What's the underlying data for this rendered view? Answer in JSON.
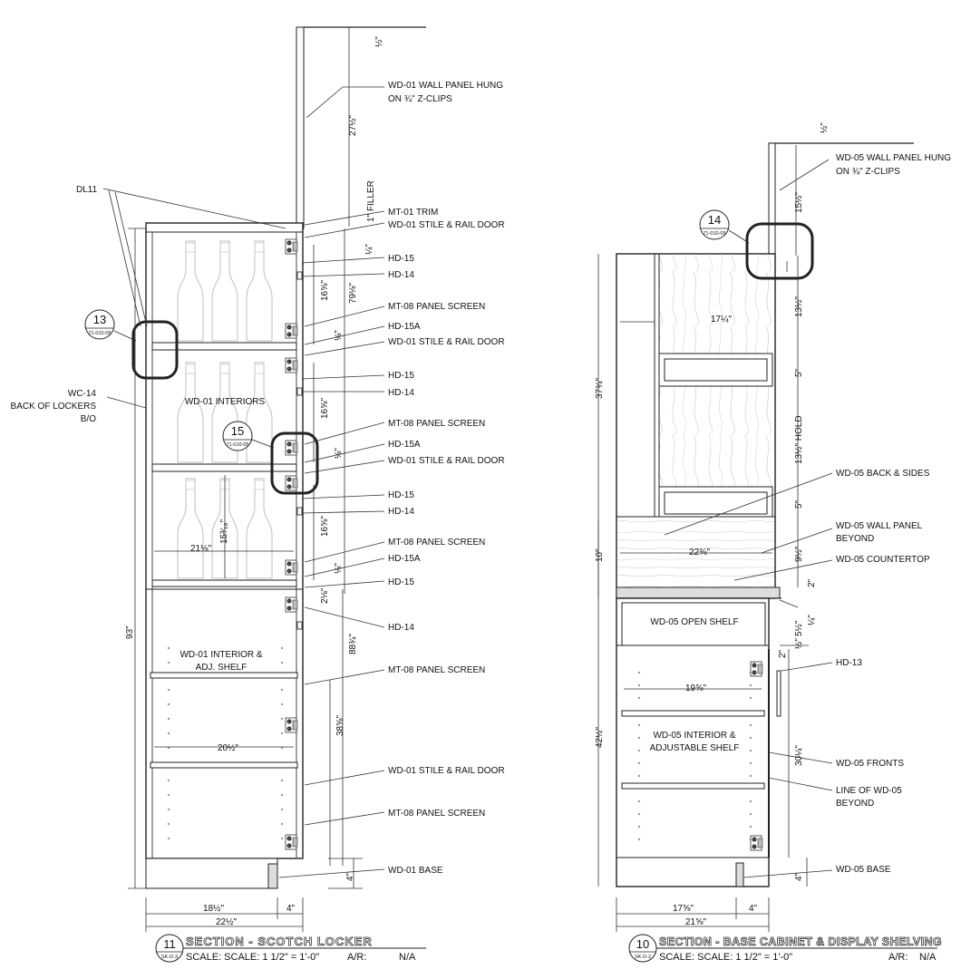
{
  "drawing_11": {
    "number": "11",
    "sheet_ref": "SK-D-3",
    "title": "SECTION - SCOTCH LOCKER",
    "scale_text": "SCALE: SCALE: 1 1/2\" = 1'-0\"",
    "ar_label": "A/R:",
    "ar_value": "N/A",
    "detail_13": {
      "number": "13",
      "ref": "71-010-05"
    },
    "detail_15": {
      "number": "15",
      "ref": "71-010-05"
    },
    "notes": {
      "dl11": "DL11",
      "wd01_panel_1": "WD-01 WALL PANEL HUNG",
      "wd01_panel_2": "ON ¾\" Z-CLIPS",
      "mt01_trim": "MT-01 TRIM",
      "wd01_stile_1": "WD-01 STILE & RAIL DOOR",
      "hd15_1": "HD-15",
      "hd14_1": "HD-14",
      "mt08_1": "MT-08 PANEL SCREEN",
      "hd15a_1": "HD-15A",
      "wd01_stile_2": "WD-01 STILE & RAIL DOOR",
      "hd15_2": "HD-15",
      "hd14_2": "HD-14",
      "mt08_2": "MT-08 PANEL SCREEN",
      "hd15a_2": "HD-15A",
      "wd01_stile_3": "WD-01 STILE & RAIL DOOR",
      "hd15_3": "HD-15",
      "hd14_3": "HD-14",
      "mt08_3": "MT-08 PANEL SCREEN",
      "hd15a_3": "HD-15A",
      "hd15_4": "HD-15",
      "hd14_4": "HD-14",
      "mt08_4": "MT-08 PANEL SCREEN",
      "wd01_stile_4": "WD-01 STILE & RAIL DOOR",
      "mt08_5": "MT-08 PANEL SCREEN",
      "wd01_base": "WD-01 BASE",
      "wc14_1": "WC-14",
      "wc14_2": "BACK OF LOCKERS",
      "wc14_3": "B/O",
      "wd01_interiors": "WD-01 INTERIORS",
      "wd01_int_shelf_1": "WD-01 INTERIOR &",
      "wd01_int_shelf_2": "ADJ. SHELF",
      "filler": "1\" FILLER"
    },
    "dims": {
      "top_half": "½\"",
      "d27": "27½\"",
      "d79": "79⅛\"",
      "d16a": "16⅝\"",
      "d16b": "16⅝\"",
      "d16c": "16⅝\"",
      "eighth_1": "⅛\"",
      "eighth_2": "⅛\"",
      "eighth_3": "⅛\"",
      "quarter": "¼\"",
      "d2": "2⅛\"",
      "d88": "88¾\"",
      "d38": "38⅝\"",
      "d15": "15³⁄₁₆\"",
      "d21": "21⅛\"",
      "d20": "20½\"",
      "d93": "93\"",
      "d4": "4\"",
      "d18": "18½\"",
      "d4b": "4\"",
      "d22": "22½\""
    }
  },
  "drawing_10": {
    "number": "10",
    "sheet_ref": "SK-D-2",
    "title": "SECTION - BASE CABINET & DISPLAY SHELVING",
    "scale_text": "SCALE: SCALE: 1 1/2\" = 1'-0\"",
    "ar_label": "A/R:",
    "ar_value": "N/A",
    "detail_14": {
      "number": "14",
      "ref": "71-010-05"
    },
    "notes": {
      "wd05_panel_1": "WD-05 WALL PANEL HUNG",
      "wd05_panel_2": "ON ¾\" Z-CLIPS",
      "wd05_back": "WD-05 BACK & SIDES",
      "wd05_wall_1": "WD-05 WALL PANEL",
      "wd05_wall_2": "BEYOND",
      "wd05_counter": "WD-05 COUNTERTOP",
      "wd05_open": "WD-05 OPEN SHELF",
      "hd13": "HD-13",
      "wd05_int_1": "WD-05 INTERIOR &",
      "wd05_int_2": "ADJUSTABLE SHELF",
      "wd05_fronts": "WD-05 FRONTS",
      "line_1": "LINE OF WD-05",
      "line_2": "BEYOND",
      "wd05_base": "WD-05 BASE"
    },
    "dims": {
      "top_half": "½\"",
      "d15": "15½\"",
      "d17": "17¼\"",
      "d13a": "13½\"",
      "d5a": "5\"",
      "d37": "37¾\"",
      "d13hold": "13½\" HOLD",
      "d5b": "5\"",
      "d22": "22⅜\"",
      "d9": "9½\"",
      "d10": "10\"",
      "d2": "2\"",
      "d5c": "5½\"",
      "quarter": "¼\"",
      "half2": "½\"",
      "d2b": "2\"",
      "d19": "19⅝\"",
      "d42": "42½\"",
      "d30": "30¼\"",
      "d4": "4\"",
      "d17b": "17⅝\"",
      "d4b": "4\"",
      "d21": "21⅝\""
    }
  }
}
